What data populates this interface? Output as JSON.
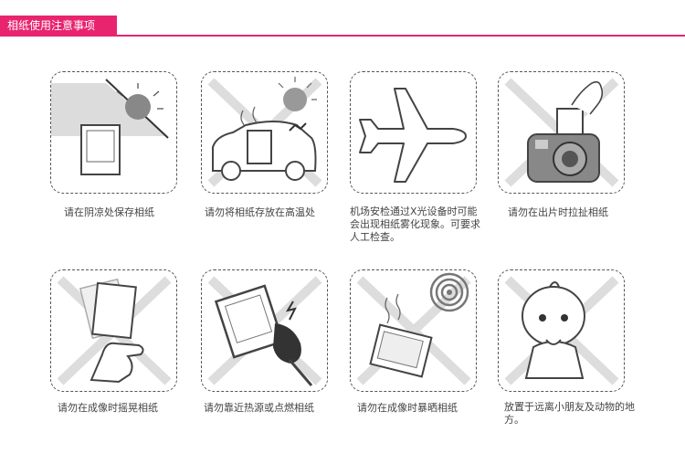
{
  "header": {
    "title": "相纸使用注意事项",
    "accent_color": "#e8246f"
  },
  "items": [
    {
      "icon": "sun-shade-photo-icon",
      "caption": "请在阴凉处保存相纸",
      "prohibited": false
    },
    {
      "icon": "car-sun-photo-icon",
      "caption": "请勿将相纸存放在高温处",
      "prohibited": true
    },
    {
      "icon": "airplane-icon",
      "caption": "机场安检通过X光设备时可能会出现相纸雾化现象。可要求人工检查。",
      "prohibited": false
    },
    {
      "icon": "camera-eject-photo-icon",
      "caption": "请勿在出片时拉扯相纸",
      "prohibited": true
    },
    {
      "icon": "hand-shaking-photo-icon",
      "caption": "请勿在成像时摇晃相纸",
      "prohibited": true
    },
    {
      "icon": "fire-photo-icon",
      "caption": "请勿靠近热源或点燃相纸",
      "prohibited": true
    },
    {
      "icon": "sun-heat-photo-icon",
      "caption": "请勿在成像时暴晒相纸",
      "prohibited": true
    },
    {
      "icon": "baby-icon",
      "caption": "放置于远离小朋友及动物的地方。",
      "prohibited": false
    }
  ]
}
